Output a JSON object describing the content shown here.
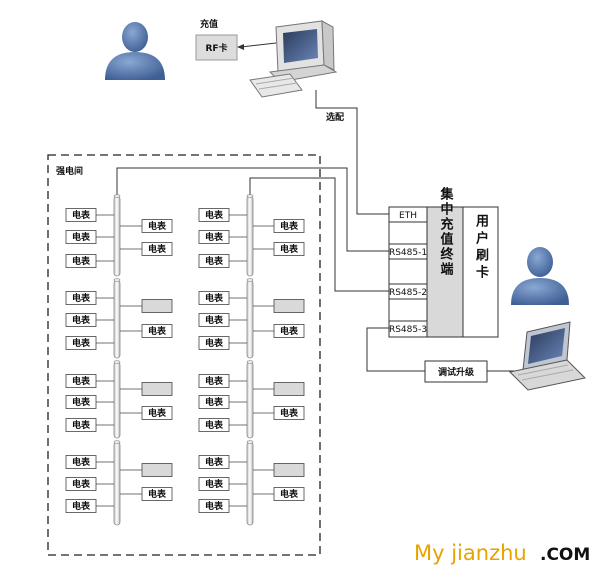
{
  "labels": {
    "recharge": "充值",
    "rf_card": "RF卡",
    "select": "选配",
    "room": "强电间",
    "eth": "ETH",
    "rs485_1": "RS485-1",
    "rs485_2": "RS485-2",
    "rs485_3": "RS485-3",
    "concentrator": "集中充值终端",
    "user_card": "用户刷卡",
    "debug": "调试升级",
    "meter": "电表"
  },
  "watermark": {
    "part1": "My jianzhu",
    "part2": ".COM"
  }
}
